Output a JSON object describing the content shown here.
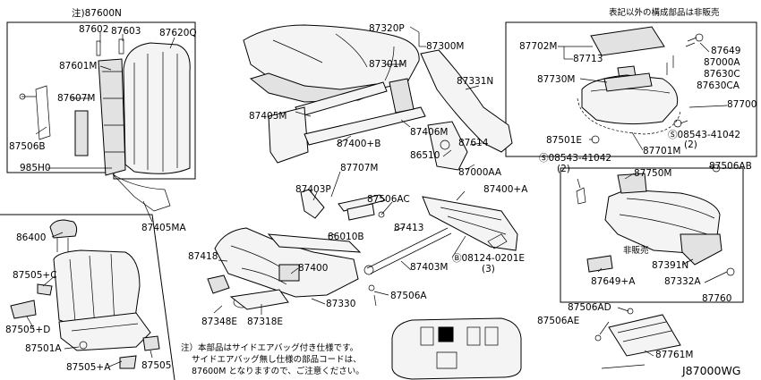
{
  "header_note": "表記以外の構成部品は非販売",
  "diagram_code": "J87000WG",
  "footnote_lines": [
    "注）本部品はサイドエアバッグ付き仕様です。",
    "サイドエアバッグ無し仕様の部品コードは、",
    "87600M となりますので、ご注意ください。"
  ],
  "non_sale_label": "非販売",
  "labels": {
    "p87600N": "注)87600N",
    "p87602": "87602",
    "p87603": "87603",
    "p87620Q": "87620Q",
    "p87601M": "87601M",
    "p87607M": "87607M",
    "p87506B": "87506B",
    "p985H0": "985H0",
    "p87405MA": "87405MA",
    "p87320P": "87320P",
    "p87300M": "87300M",
    "p87301M": "87301M",
    "p87331N": "87331N",
    "p87405M": "87405M",
    "p87406M": "87406M",
    "p87400B": "87400+B",
    "p87614": "87614",
    "p86510": "86510",
    "p87000AA": "87000AA",
    "p87707M": "87707M",
    "p87403P": "87403P",
    "p87506AC": "87506AC",
    "p87400A": "87400+A",
    "p86010B": "86010B",
    "p87413": "87413",
    "p87403M": "87403M",
    "p08124": "Ⓑ08124-0201E",
    "p08124q": "(3)",
    "p87418": "87418",
    "p87400": "87400",
    "p87330": "87330",
    "p87348E": "87348E",
    "p87318E": "87318E",
    "p87506A": "87506A",
    "p86400": "86400",
    "p87505C": "87505+C",
    "p87505D": "87505+D",
    "p87501A": "87501A",
    "p87505A": "87505+A",
    "p87505": "87505",
    "p87702M": "87702M",
    "p87713": "87713",
    "p87730M": "87730M",
    "p87649": "87649",
    "p87000A": "87000A",
    "p87630C": "87630C",
    "p87630CA": "87630CA",
    "p87700": "87700",
    "p87501E": "87501E",
    "p08543a": "Ⓢ08543-41042",
    "p08543aq": "(2)",
    "p87701M": "87701M",
    "p08543b": "Ⓢ08543-41042",
    "p08543bq": "(2)",
    "p87750M": "87750M",
    "p87506AB": "87506AB",
    "p87391N": "87391N",
    "p87649A": "87649+A",
    "p87332A": "87332A",
    "p87760": "87760",
    "p87506AD": "87506AD",
    "p87506AE": "87506AE",
    "p87761M": "87761M"
  }
}
